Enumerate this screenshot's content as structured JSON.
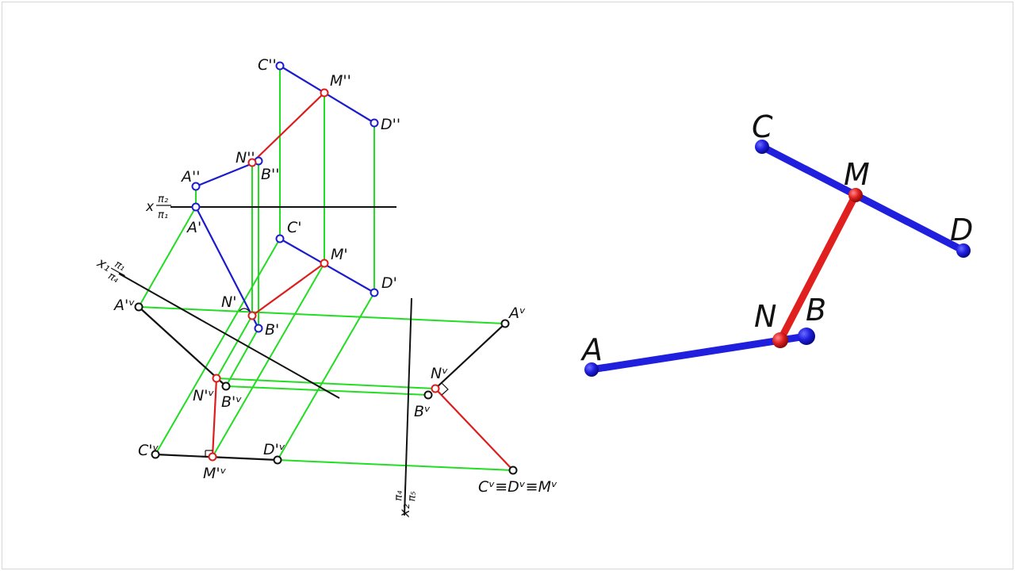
{
  "diagram": {
    "colors": {
      "blue": "#1c1ccc",
      "red": "#dd1c1c",
      "green": "#22dd22",
      "black": "#111111"
    },
    "axes": {
      "x_label": "x",
      "x_top": "π₂",
      "x_bottom": "π₁",
      "x1_label": "x₁",
      "x1_top": "π₁",
      "x1_bottom": "π₄",
      "x2_label": "x₂",
      "x2_left": "π₄",
      "x2_right": "π₅"
    },
    "points": {
      "C2": "C''",
      "M2": "M''",
      "D2": "D''",
      "N2": "N''",
      "B2": "B''",
      "A2": "A''",
      "A1": "A'",
      "C1": "C'",
      "M1": "M'",
      "D1": "D'",
      "N1": "N'",
      "B1": "B'",
      "A4": "A'ᵛ",
      "N4": "N'ᵛ",
      "B4": "B'ᵛ",
      "C4": "C'ᵛ",
      "M4": "M'ᵛ",
      "D4": "D'ᵛ",
      "A5": "Aᵛ",
      "N5": "Nᵛ",
      "B5": "Bᵛ",
      "C5": "Cᵛ≡Dᵛ≡Mᵛ"
    }
  },
  "model3d": {
    "labels": {
      "A": "A",
      "B": "B",
      "C": "C",
      "D": "D",
      "M": "M",
      "N": "N"
    }
  }
}
